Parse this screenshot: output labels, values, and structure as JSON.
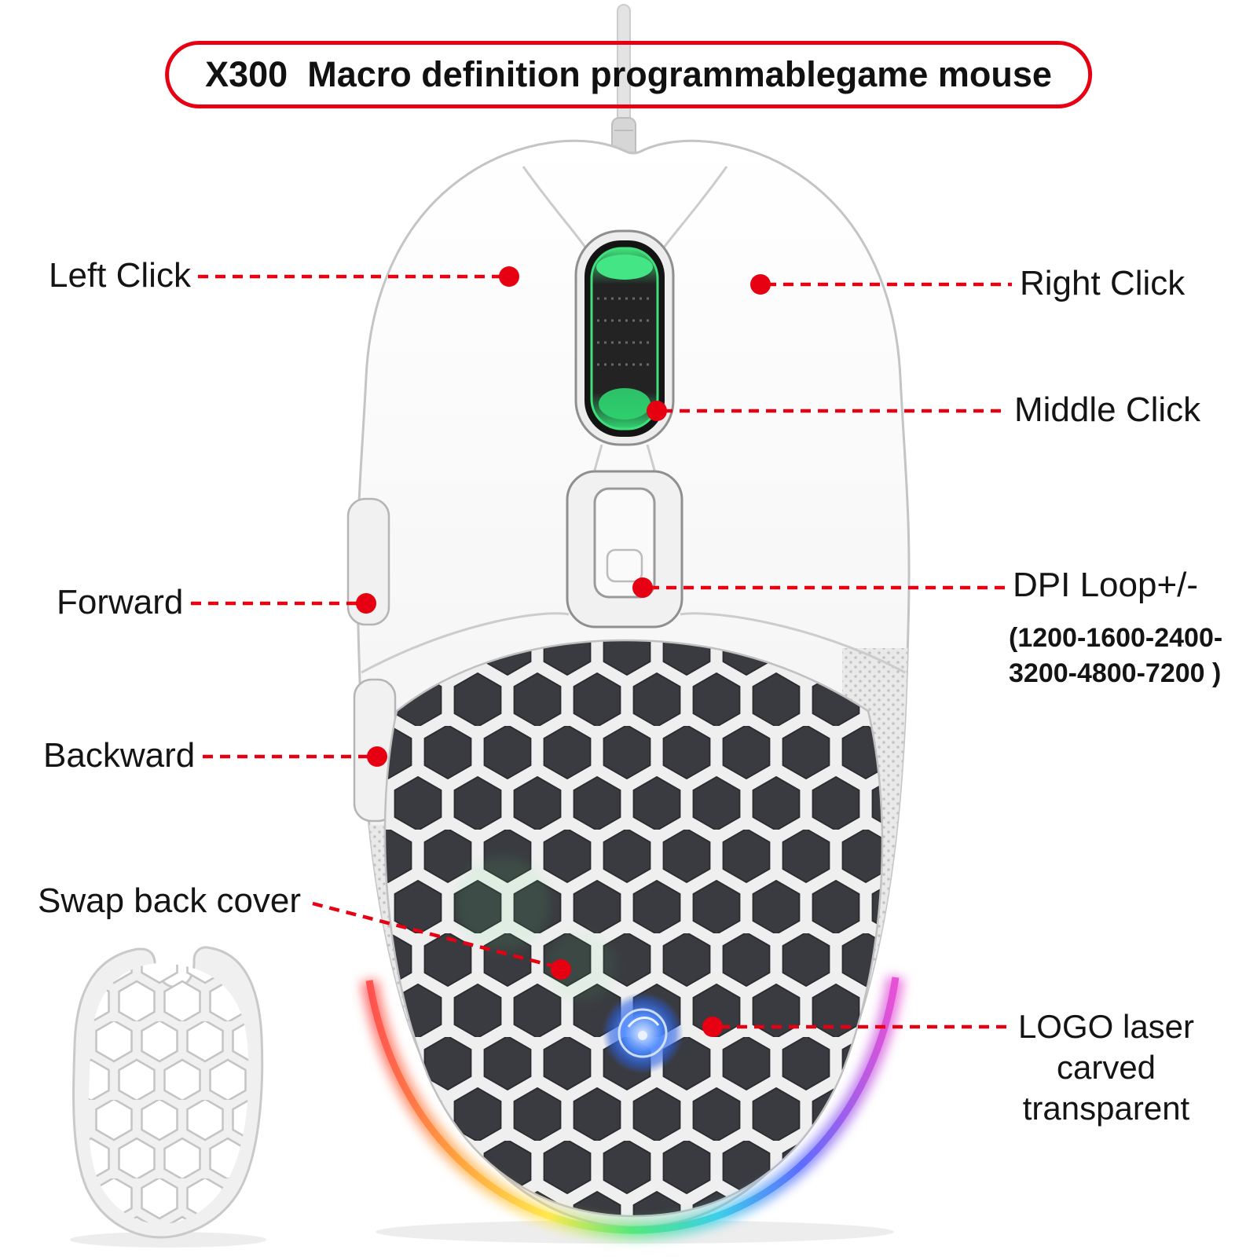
{
  "title": "X300  Macro definition programmablegame mouse",
  "colors": {
    "accent_red": "#e60012",
    "wheel_green": "#3fe07c",
    "logo_blue": "#3f7dff",
    "body_white": "#f6f6f6",
    "hole_dark": "#3a3b40",
    "rgb_gradient": [
      "#ff4d4d",
      "#ffa23b",
      "#ffe84d",
      "#51e87a",
      "#39cfe8",
      "#5a6bff",
      "#e84dd4"
    ]
  },
  "callouts": {
    "left_click": "Left Click",
    "right_click": "Right Click",
    "middle_click": "Middle Click",
    "forward": "Forward",
    "backward": "Backward",
    "dpi_label": "DPI Loop+/-",
    "dpi_range_line1": "(1200-1600-2400-",
    "dpi_range_line2": "3200-4800-7200 )",
    "swap_cover": "Swap back cover",
    "logo_line1": "LOGO laser",
    "logo_line2": "carved transparent"
  }
}
